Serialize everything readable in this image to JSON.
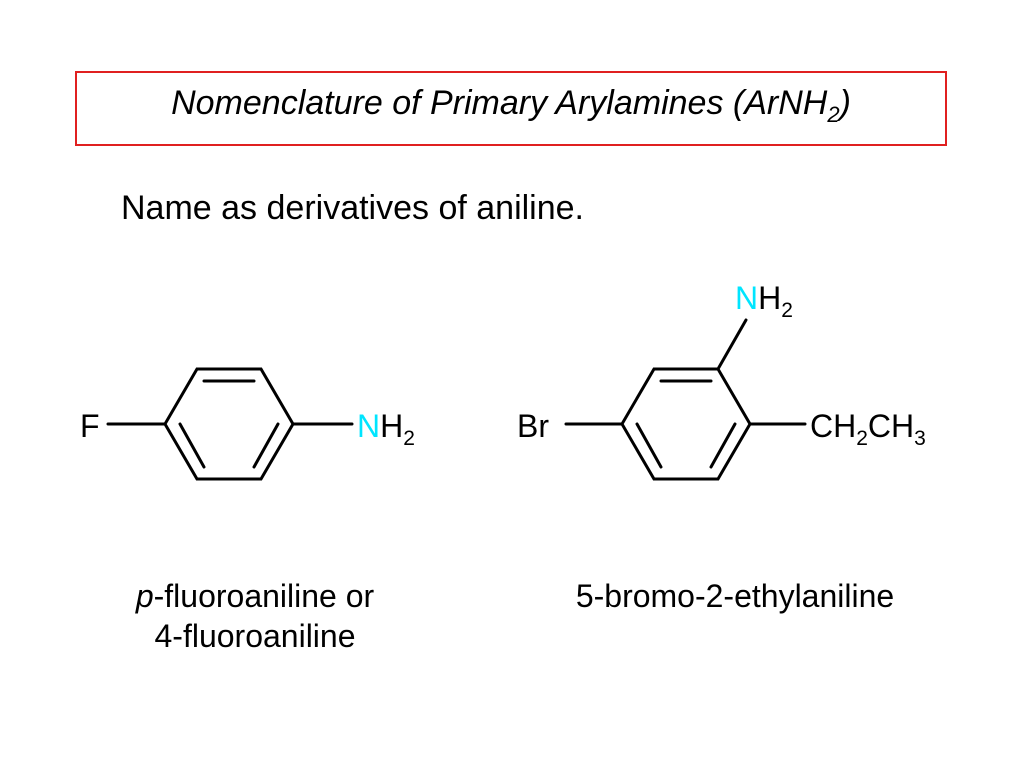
{
  "title": {
    "main": "Nomenclature of Primary Arylamines (ArNH",
    "sub": "2",
    "close": ")"
  },
  "subtitle": "Name as derivatives of aniline.",
  "molecule1": {
    "substituent": "F",
    "amine_n": "N",
    "amine_h": "H",
    "amine_sub": "2",
    "name_prefix": "p",
    "name_line1": "-fluoroaniline or",
    "name_line2": "4-fluoroaniline"
  },
  "molecule2": {
    "substituent": "Br",
    "amine_n": "N",
    "amine_h": "H",
    "amine_sub": "2",
    "ethyl_c1": "CH",
    "ethyl_sub1": "2",
    "ethyl_c2": "CH",
    "ethyl_sub2": "3",
    "name": "5-bromo-2-ethylaniline"
  },
  "colors": {
    "title_border": "#e02020",
    "nitrogen": "#00e5ff"
  }
}
